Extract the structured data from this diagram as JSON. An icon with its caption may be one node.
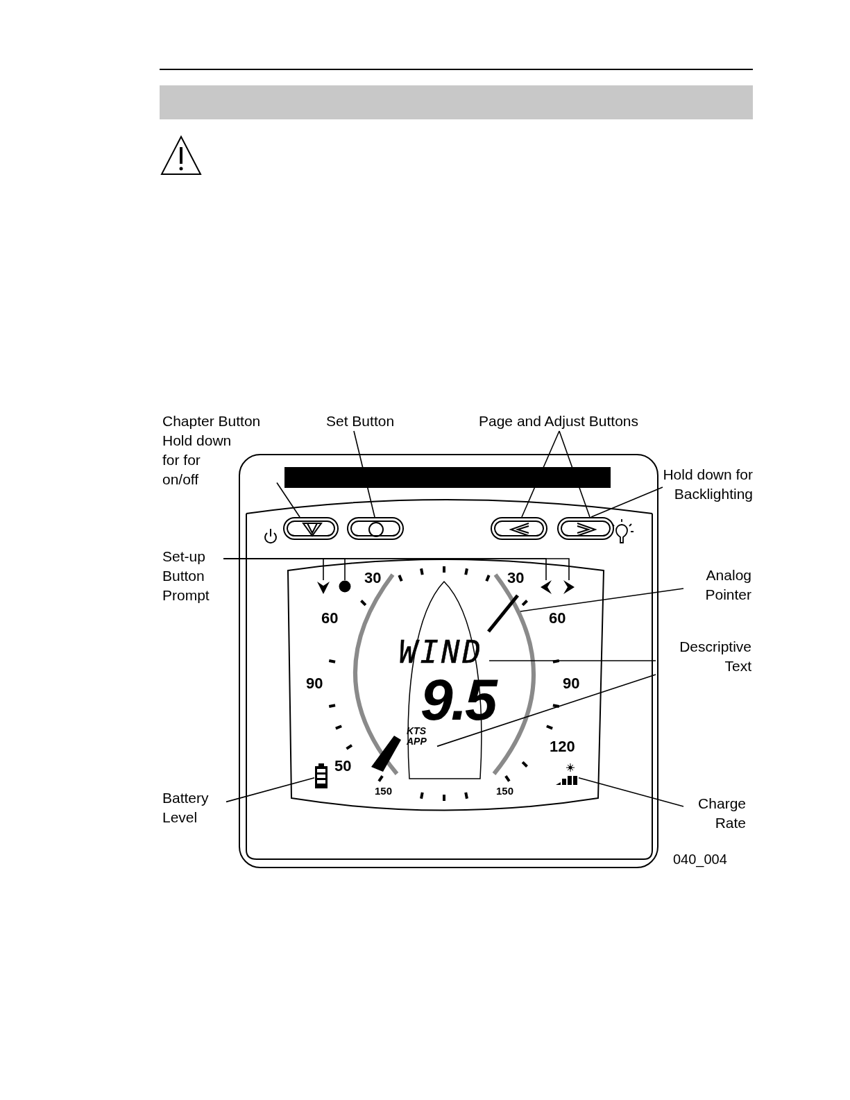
{
  "diagram": {
    "nodes": [
      {
        "text": [
          "Chapter Button",
          "Hold down for for on/off"
        ]
      },
      {
        "text": [
          "Set Button"
        ]
      },
      {
        "text": [
          "Page and Adjust Buttons"
        ]
      },
      {
        "text": [
          "Hold down for Backlighting"
        ]
      },
      {
        "text": [
          "Set-up Button Prompt"
        ]
      },
      {
        "text": [
          "Analog Pointer"
        ]
      },
      {
        "text": [
          "Descriptive Text"
        ]
      },
      {
        "text": [
          "Battery Level"
        ]
      },
      {
        "text": [
          "Charge Rate"
        ]
      },
      {
        "text": [],
        "shape": "button"
      },
      {
        "text": [],
        "shape": "button"
      },
      {
        "text": [],
        "shape": "button"
      },
      {
        "text": [],
        "shape": "button"
      },
      {
        "text": [],
        "shape": "triangle"
      },
      {
        "text": [],
        "shape": "circle"
      },
      {
        "text": [],
        "shape": "triangle"
      },
      {
        "text": [],
        "shape": "triangle"
      },
      {
        "text": [],
        "shape": "bar"
      },
      {
        "text": [
          "WIND"
        ]
      },
      {
        "text": [
          "KTS APP"
        ]
      },
      {
        "text": [],
        "shape": "battery"
      },
      {
        "text": [],
        "shape": "bars"
      }
    ],
    "edges": [
      {
        "from": 0,
        "to": 9,
        "arrow": "none"
      },
      {
        "from": 1,
        "to": 10,
        "arrow": "none"
      },
      {
        "from": 2,
        "to": 11,
        "arrow": "none"
      },
      {
        "from": 2,
        "to": 12,
        "arrow": "none"
      },
      {
        "from": 3,
        "to": 12,
        "arrow": "none"
      },
      {
        "from": 4,
        "to": 13,
        "arrow": "none"
      },
      {
        "from": 4,
        "to": 14,
        "arrow": "none"
      },
      {
        "from": 4,
        "to": 15,
        "arrow": "none"
      },
      {
        "from": 4,
        "to": 16,
        "arrow": "none"
      },
      {
        "from": 5,
        "to": 17,
        "arrow": "none"
      },
      {
        "from": 6,
        "to": 18,
        "arrow": "none"
      },
      {
        "from": 6,
        "to": 19,
        "arrow": "none"
      },
      {
        "from": 7,
        "to": 20,
        "arrow": "none"
      },
      {
        "from": 8,
        "to": 21,
        "arrow": "none"
      }
    ],
    "labels": [
      "30",
      "30",
      "60",
      "60",
      "90",
      "90",
      "9.5",
      "120",
      "50",
      "150",
      "150",
      "040_004"
    ]
  }
}
